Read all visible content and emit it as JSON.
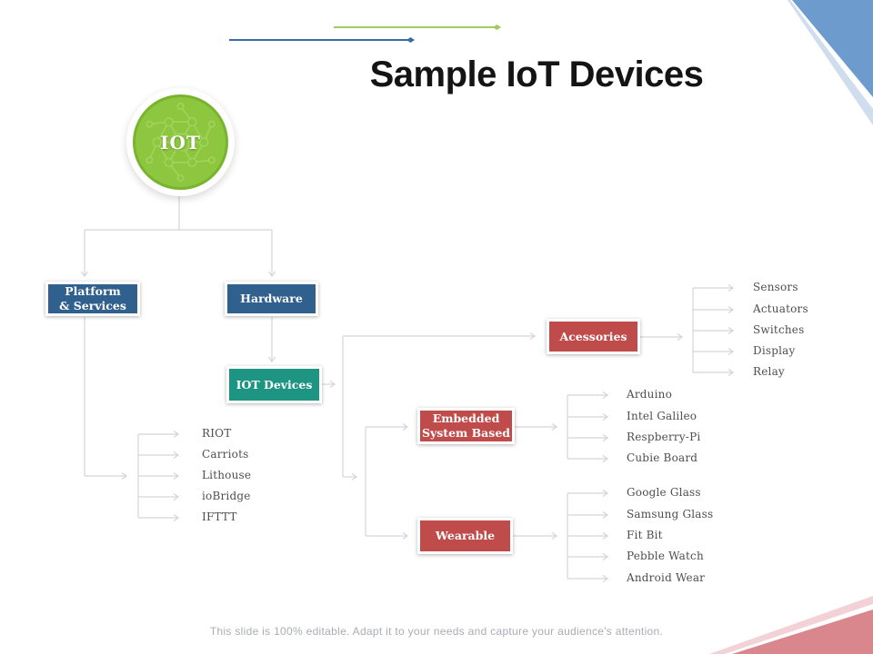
{
  "slide": {
    "title": "Sample IoT Devices",
    "footer": "This slide is 100% editable. Adapt it to your needs and capture your audience's attention."
  },
  "diagram": {
    "root": {
      "label": "IOT"
    },
    "platform": {
      "label_line1": "Platform",
      "label_line2": "& Services",
      "children": [
        "RIOT",
        "Carriots",
        "Lithouse",
        "ioBridge",
        "IFTTT"
      ]
    },
    "hardware": {
      "label": "Hardware"
    },
    "iot_devices": {
      "label": "IOT Devices"
    },
    "acessories": {
      "label": "Acessories",
      "children": [
        "Sensors",
        "Actuators",
        "Switches",
        "Display",
        "Relay"
      ]
    },
    "embedded": {
      "label_line1": "Embedded",
      "label_line2": "System Based",
      "children": [
        "Arduino",
        "Intel Galileo",
        "Respberry-Pi",
        "Cubie Board"
      ]
    },
    "wearable": {
      "label": "Wearable",
      "children": [
        "Google Glass",
        "Samsung Glass",
        "Fit Bit",
        "Pebble Watch",
        "Android Wear"
      ]
    }
  },
  "colors": {
    "node-blue": "#30608e",
    "node-teal": "#1e9483",
    "node-red": "#c04b4b",
    "circle-green": "#8dc63f",
    "circle-green-dark": "#79b42e",
    "connector": "#d5d5d5",
    "leaf-text": "#4e4e4e",
    "title-text": "#141414",
    "footer-text": "#a9acb1",
    "accent-blue-line": "#3a6ca3",
    "accent-green-line": "#a4c95c",
    "corner-blue": "#6d9bce",
    "corner-blue-light": "#cfdded",
    "corner-pink": "#d9878c",
    "corner-pink-light": "#f3d2d7"
  }
}
